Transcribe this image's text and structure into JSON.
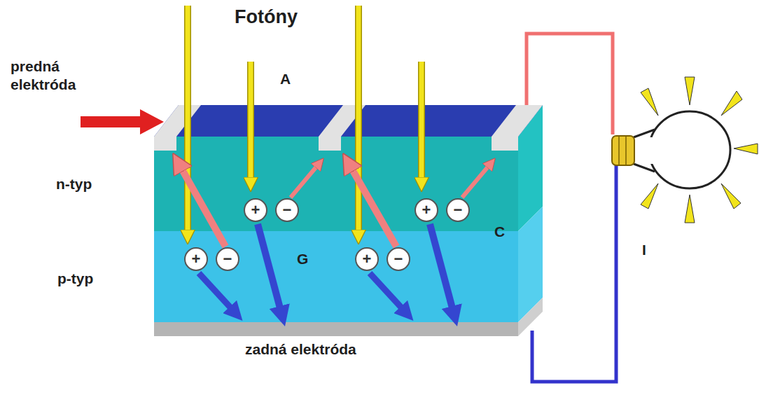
{
  "diagram": {
    "nodes": [
      {
        "text": [
          "+"
        ]
      },
      {
        "text": [
          "−"
        ]
      },
      {
        "text": [
          "+"
        ]
      },
      {
        "text": [
          "−"
        ]
      },
      {
        "text": [
          "+"
        ]
      },
      {
        "text": [
          "−"
        ]
      },
      {
        "text": [
          "+"
        ]
      },
      {
        "text": [
          "−"
        ]
      }
    ],
    "labels": [
      "Fotóny",
      "predná elektróda",
      "A",
      "n-typ",
      "C",
      "G",
      "p-typ",
      "I",
      "zadná elektróda"
    ]
  }
}
